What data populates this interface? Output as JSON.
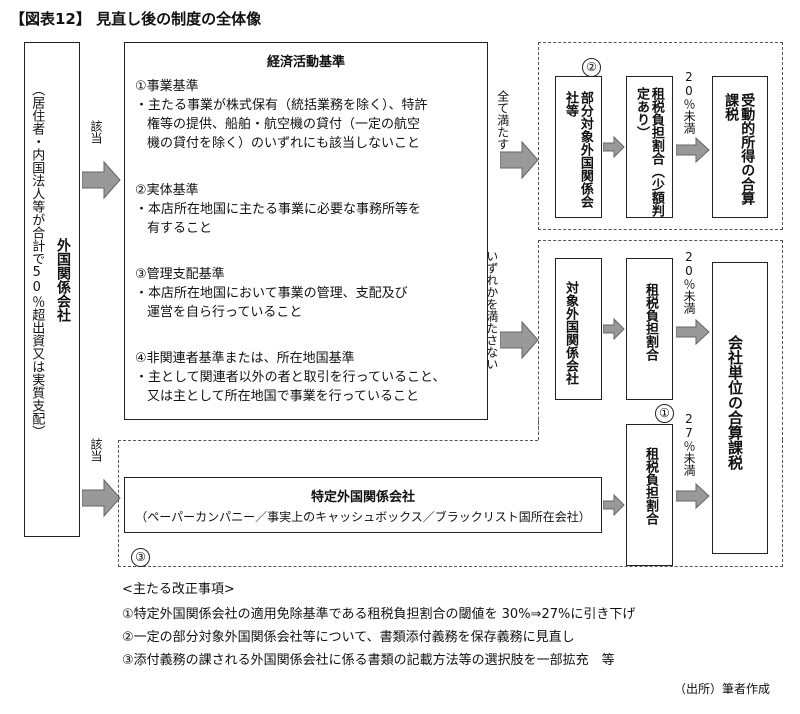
{
  "figure": {
    "title": "【図表12】 見直し後の制度の全体像",
    "source": "（出所）筆者作成"
  },
  "left": {
    "main_label": "外国関係会社",
    "sub_label": "（居住者・内国法人等が合計で50％超出資又は実質支配）"
  },
  "arrows": {
    "applies_top": "該当",
    "applies_bottom": "該当",
    "all_satisfied": "全て満たす",
    "any_not_satisfied": "いずれかを満たさない",
    "rate_top": "20％未満",
    "rate_middle": "20％未満",
    "rate_bottom": "27％未満"
  },
  "criteria": {
    "title": "経済活動基準",
    "items": [
      {
        "heading": "①事業基準",
        "lines": [
          "・主たる事業が株式保有（統括業務を除く）、特許",
          "権等の提供、船舶・航空機の貸付（一定の航空",
          "機の貸付を除く）のいずれにも該当しないこと"
        ]
      },
      {
        "heading": "②実体基準",
        "lines": [
          "・本店所在地国に主たる事業に必要な事務所等を",
          "有すること"
        ]
      },
      {
        "heading": "③管理支配基準",
        "lines": [
          "・本店所在地国において事業の管理、支配及び",
          "運営を自ら行っていること"
        ]
      },
      {
        "heading": "④非関連者基準または、所在地国基準",
        "lines": [
          "・主として関連者以外の者と取引を行っていること、",
          "又は主として所在地国で事業を行っていること"
        ]
      }
    ]
  },
  "partial": {
    "circle": "②",
    "company": "部分対象外国関係会社等",
    "rate": "租税負担割合（少額判定あり）",
    "result": "受動的所得の合算課税"
  },
  "target": {
    "company": "対象外国関係会社",
    "rate": "租税負担割合"
  },
  "specific": {
    "circle_rate": "①",
    "rate": "租税負担割合",
    "title": "特定外国関係会社",
    "subtitle": "（ペーパーカンパニー／事実上のキャッシュボックス／ブラックリスト国所在会社）",
    "circle_zone": "③"
  },
  "company_unit": {
    "label": "会社単位の合算課税"
  },
  "notes": {
    "heading": "<主たる改正事項>",
    "items": [
      "①特定外国関係会社の適用免除基準である租税負担割合の閾値を 30%⇒27%に引き下げ",
      "②一定の部分対象外国関係会社等について、書類添付義務を保存義務に見直し",
      "③添付義務の課される外国関係会社に係る書類の記載方法等の選択肢を一部拡充　等"
    ]
  }
}
